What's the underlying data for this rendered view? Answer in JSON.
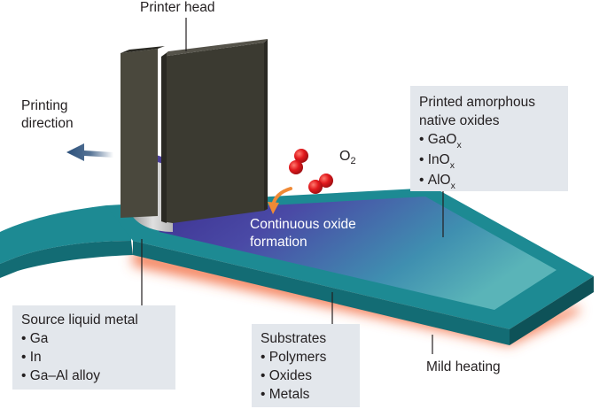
{
  "labels": {
    "printer_head": "Printer head",
    "printing_direction_line1": "Printing",
    "printing_direction_line2": "direction",
    "continuous_oxide_line1": "Continuous oxide",
    "continuous_oxide_line2": "formation",
    "mild_heating": "Mild heating",
    "o2_base": "O",
    "o2_sub": "2"
  },
  "boxes": {
    "printed_oxides": {
      "title_line1": "Printed amorphous",
      "title_line2": "native oxides",
      "items": [
        {
          "base": "GaO",
          "sub": "x"
        },
        {
          "base": "InO",
          "sub": "x"
        },
        {
          "base": "AlO",
          "sub": "x"
        }
      ]
    },
    "source_metal": {
      "title": "Source liquid metal",
      "items": [
        "Ga",
        "In",
        "Ga–Al alloy"
      ]
    },
    "substrates": {
      "title": "Substrates",
      "items": [
        "Polymers",
        "Oxides",
        "Metals"
      ]
    }
  },
  "colors": {
    "substrate_top": "#1d8a93",
    "substrate_side": "#136c74",
    "substrate_dark": "#0e5258",
    "oxide_film": "#4a3f9e",
    "oxide_light": "#5ab4b8",
    "heating_glow": "#f26a3d",
    "printer_head": "#3b3a31",
    "printer_head_edge": "#2a2923",
    "liquid_metal": "#c9c9c9",
    "oxygen": "#e2191d",
    "arrow_blue": "#2a4f7a",
    "arrow_orange": "#f08a36",
    "box_bg": "#e3e7ec"
  },
  "icons": [
    "printing-direction-arrow",
    "oxygen-molecule-icon",
    "curved-arrow-icon"
  ]
}
